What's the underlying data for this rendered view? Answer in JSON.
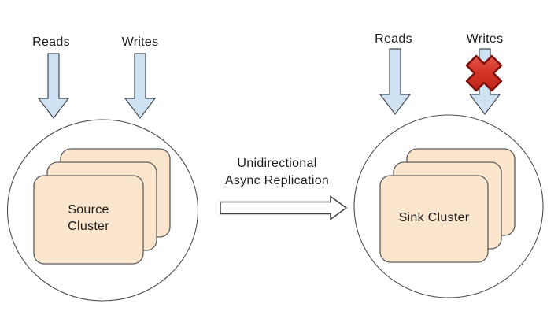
{
  "diagram": {
    "title": "Unidirectional async replication diagram",
    "left": {
      "reads_label": "Reads",
      "writes_label": "Writes",
      "cluster_label": "Source Cluster",
      "cluster_label_lines": [
        "Source",
        "Cluster"
      ]
    },
    "right": {
      "reads_label": "Reads",
      "writes_label": "Writes",
      "cluster_label": "Sink Cluster",
      "writes_blocked": true
    },
    "replication": {
      "label": "Unidirectional Async Replication",
      "label_lines": [
        "Unidirectional",
        "Async Replication"
      ]
    },
    "icons": {
      "reads_arrow": "down-arrow",
      "writes_arrow": "down-arrow",
      "replication_arrow": "right-arrow-outline",
      "writes_blocked": "red-x-cross"
    },
    "colors": {
      "background": "#ffffff",
      "arrow_fill": "#cfe2f3",
      "arrow_border": "#45494e",
      "node_fill": "#fce5cd",
      "node_border": "#5b5b5b",
      "circle_border": "#4d4d4d",
      "replication_arrow_fill": "#ffffff",
      "replication_arrow_border": "#3f4245",
      "cross_fill_light": "#e86052",
      "cross_fill_dark": "#b51d0f",
      "cross_border": "#7f120c",
      "text": "#1c1c1c"
    }
  }
}
